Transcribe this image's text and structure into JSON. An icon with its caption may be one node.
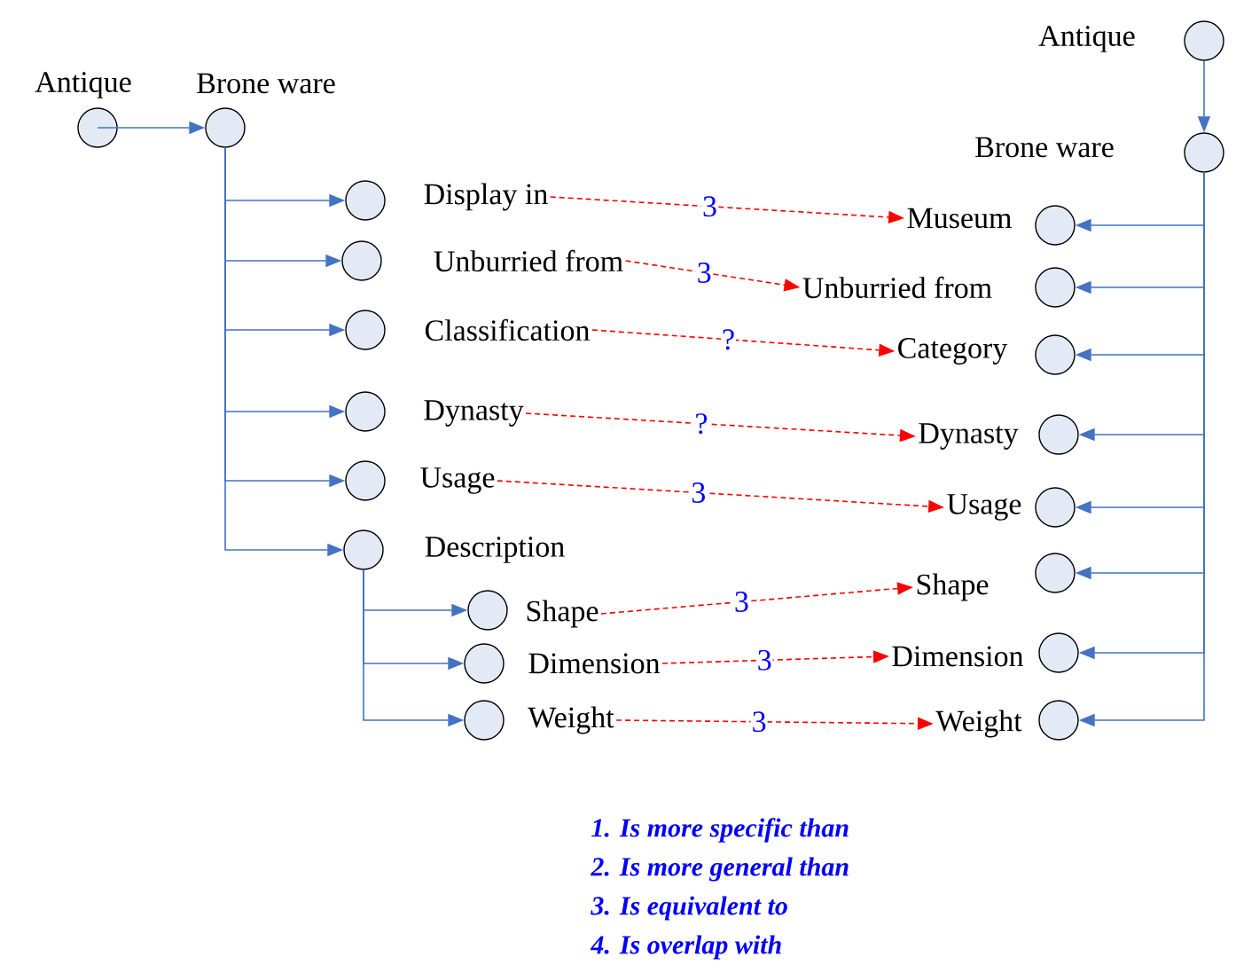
{
  "diagram": {
    "nodes": [
      {
        "text": [
          "Antique"
        ]
      },
      {
        "text": [
          "Brone ware"
        ]
      },
      {
        "text": [
          "Display in"
        ]
      },
      {
        "text": [
          "Unburried from"
        ]
      },
      {
        "text": [
          "Classification"
        ]
      },
      {
        "text": [
          "Dynasty"
        ]
      },
      {
        "text": [
          "Usage"
        ]
      },
      {
        "text": [
          "Description"
        ]
      },
      {
        "text": [
          "Shape"
        ]
      },
      {
        "text": [
          "Dimension"
        ]
      },
      {
        "text": [
          "Weight"
        ]
      },
      {
        "text": [
          "Antique"
        ]
      },
      {
        "text": [
          "Brone ware"
        ]
      },
      {
        "text": [
          "Museum"
        ]
      },
      {
        "text": [
          "Unburried from"
        ]
      },
      {
        "text": [
          "Category"
        ]
      },
      {
        "text": [
          "Dynasty"
        ]
      },
      {
        "text": [
          "Usage"
        ]
      },
      {
        "text": [
          "Shape"
        ]
      },
      {
        "text": [
          "Dimension"
        ]
      },
      {
        "text": [
          "Weight"
        ]
      }
    ],
    "edges": [
      {
        "from": 0,
        "to": 1,
        "arrow": "to"
      },
      {
        "from": 1,
        "to": 2,
        "arrow": "to"
      },
      {
        "from": 1,
        "to": 3,
        "arrow": "to"
      },
      {
        "from": 1,
        "to": 4,
        "arrow": "to"
      },
      {
        "from": 1,
        "to": 5,
        "arrow": "to"
      },
      {
        "from": 1,
        "to": 6,
        "arrow": "to"
      },
      {
        "from": 1,
        "to": 7,
        "arrow": "to"
      },
      {
        "from": 7,
        "to": 8,
        "arrow": "to"
      },
      {
        "from": 7,
        "to": 9,
        "arrow": "to"
      },
      {
        "from": 7,
        "to": 10,
        "arrow": "to"
      },
      {
        "from": 11,
        "to": 12,
        "arrow": "to"
      },
      {
        "from": 12,
        "to": 13,
        "arrow": "to"
      },
      {
        "from": 12,
        "to": 14,
        "arrow": "to"
      },
      {
        "from": 12,
        "to": 15,
        "arrow": "to"
      },
      {
        "from": 12,
        "to": 16,
        "arrow": "to"
      },
      {
        "from": 12,
        "to": 17,
        "arrow": "to"
      },
      {
        "from": 12,
        "to": 18,
        "arrow": "to"
      },
      {
        "from": 12,
        "to": 19,
        "arrow": "to"
      },
      {
        "from": 12,
        "to": 20,
        "arrow": "to"
      },
      {
        "from": 2,
        "to": 13,
        "arrow": "to",
        "label": "3",
        "style": "dashed",
        "color": "#ff0000"
      },
      {
        "from": 3,
        "to": 14,
        "arrow": "to",
        "label": "3",
        "style": "dashed",
        "color": "#ff0000"
      },
      {
        "from": 4,
        "to": 15,
        "arrow": "to",
        "label": "?",
        "style": "dashed",
        "color": "#ff0000"
      },
      {
        "from": 5,
        "to": 16,
        "arrow": "to",
        "label": "?",
        "style": "dashed",
        "color": "#ff0000"
      },
      {
        "from": 6,
        "to": 17,
        "arrow": "to",
        "label": "3",
        "style": "dashed",
        "color": "#ff0000"
      },
      {
        "from": 8,
        "to": 18,
        "arrow": "to",
        "label": "3",
        "style": "dashed",
        "color": "#ff0000"
      },
      {
        "from": 9,
        "to": 19,
        "arrow": "to",
        "label": "3",
        "style": "dashed",
        "color": "#ff0000"
      },
      {
        "from": 10,
        "to": 20,
        "arrow": "to",
        "label": "3",
        "style": "dashed",
        "color": "#ff0000"
      }
    ],
    "labels": [
      "1. Is more specific than",
      "2. Is more general than",
      "3. Is equivalent to",
      "4. Is overlap with"
    ]
  }
}
